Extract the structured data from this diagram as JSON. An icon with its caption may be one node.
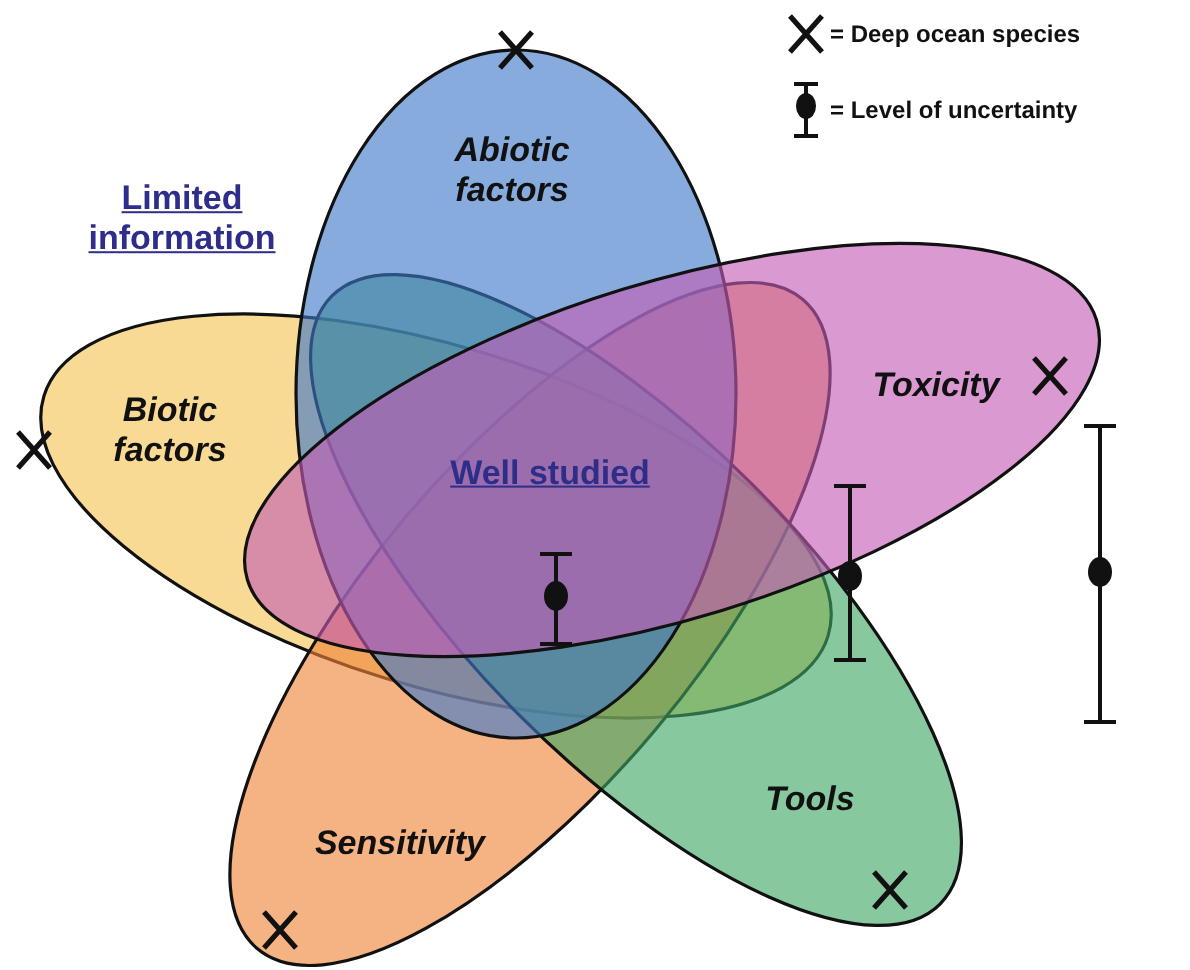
{
  "diagram": {
    "nodes": [
      {
        "text": [
          "Abiotic factors"
        ]
      },
      {
        "text": [
          "Toxicity"
        ]
      },
      {
        "text": [
          "Tools"
        ]
      },
      {
        "text": [
          "Sensitivity"
        ]
      },
      {
        "text": [
          "Biotic factors"
        ]
      }
    ],
    "labels": [
      "Limited information",
      "Well studied"
    ],
    "legend": [
      {
        "text": "= Deep ocean species"
      },
      {
        "text": "= Level of uncertainty"
      }
    ]
  }
}
